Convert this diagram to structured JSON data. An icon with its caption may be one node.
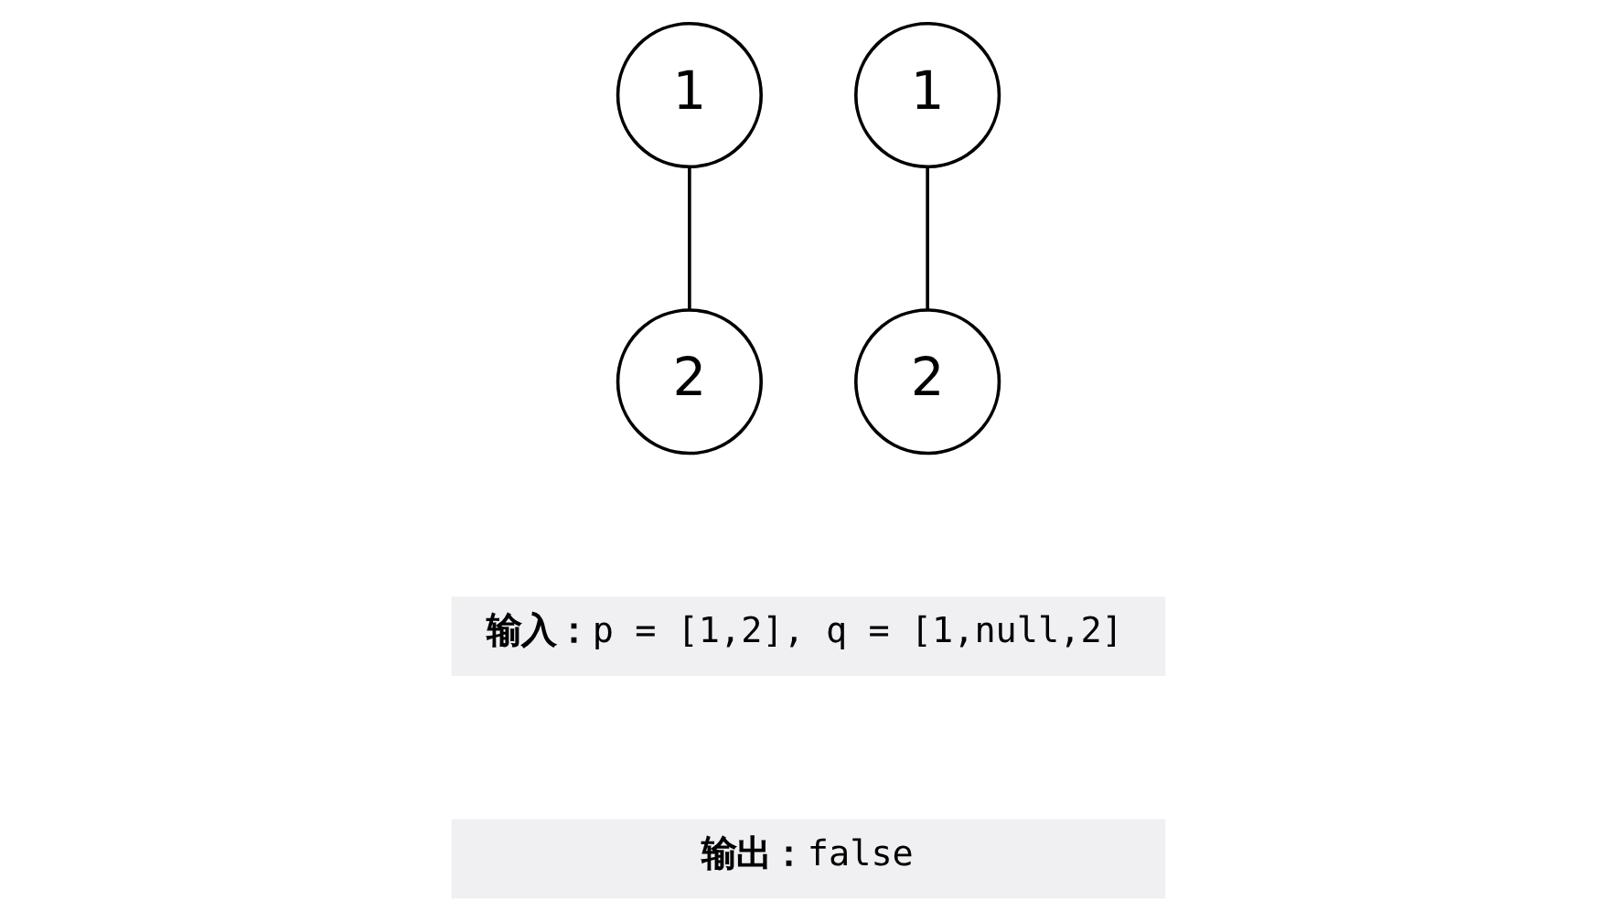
{
  "diagram": {
    "nodes": [
      {
        "text": [
          "1"
        ]
      },
      {
        "text": [
          "2"
        ]
      },
      {
        "text": [
          "1"
        ]
      },
      {
        "text": [
          "2"
        ]
      }
    ],
    "edges": [
      {
        "from": 0,
        "to": 1,
        "arrow": "none"
      },
      {
        "from": 2,
        "to": 3,
        "arrow": "none"
      }
    ],
    "labels": [
      "**输入：**p = [1,2], q = [1,null,2]",
      "**输出：**false"
    ]
  }
}
